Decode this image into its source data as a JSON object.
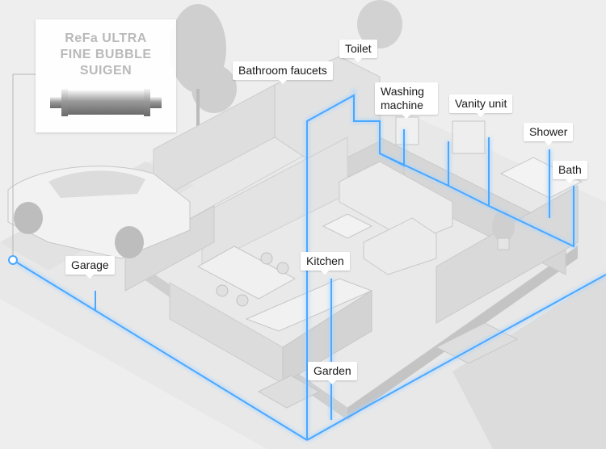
{
  "product": {
    "title": "ReFa ULTRA\nFINE BUBBLE\nSUIGEN"
  },
  "labels": {
    "toilet": "Toilet",
    "bathroom_faucets": "Bathroom faucets",
    "washing_machine": "Washing machine",
    "vanity_unit": "Vanity unit",
    "shower": "Shower",
    "bath": "Bath",
    "garage": "Garage",
    "kitchen": "Kitchen",
    "garden": "Garden"
  },
  "colors": {
    "pipe": "#4aa8ff",
    "pipe_glow": "#a9d4ff",
    "background": "#eeeeee",
    "wall": "#d9d9d9",
    "floor": "#e6e6e6"
  }
}
